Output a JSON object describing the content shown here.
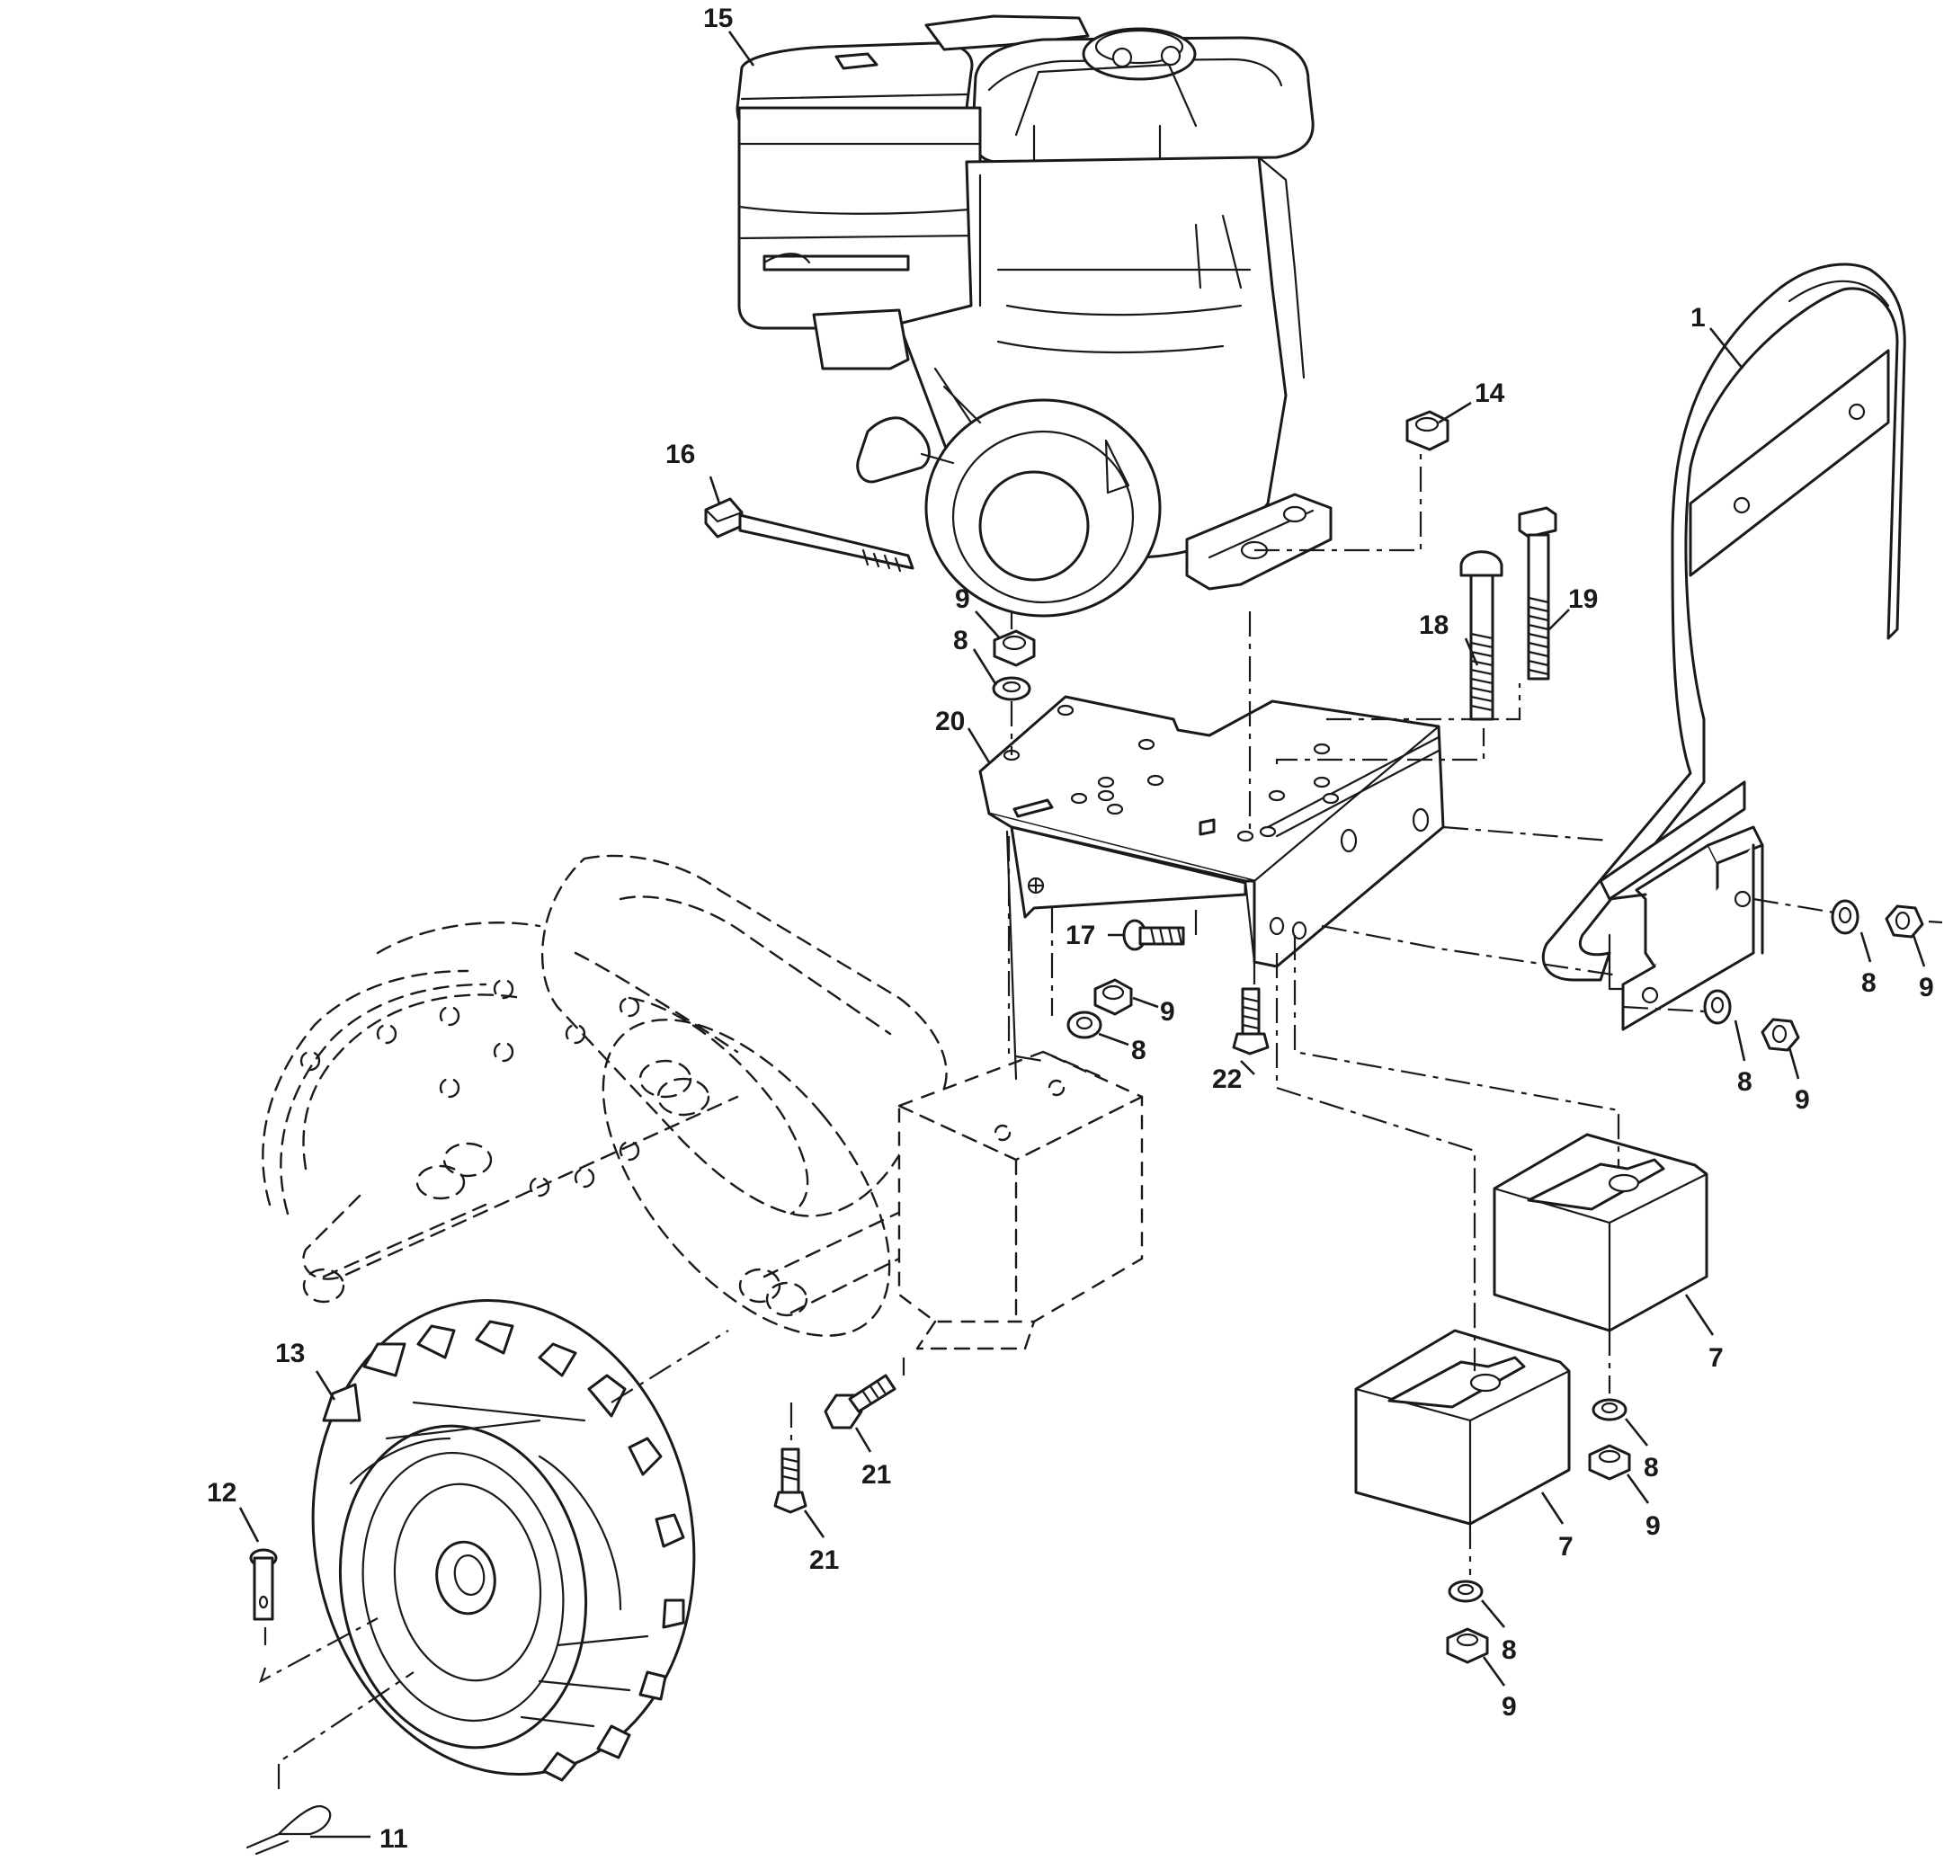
{
  "colors": {
    "ink": "#1a1a1a",
    "paper": "#ffffff"
  },
  "callouts": {
    "c1": "1",
    "c7a": "7",
    "c7b": "7",
    "c8a": "8",
    "c8b": "8",
    "c8c": "8",
    "c8d": "8",
    "c8e": "8",
    "c8f": "8",
    "c9a": "9",
    "c9b": "9",
    "c9c": "9",
    "c9d": "9",
    "c9e": "9",
    "c9f": "9",
    "c11": "11",
    "c12": "12",
    "c13": "13",
    "c14": "14",
    "c15": "15",
    "c16": "16",
    "c17": "17",
    "c18": "18",
    "c19": "19",
    "c20": "20",
    "c21a": "21",
    "c21b": "21",
    "c22": "22"
  }
}
